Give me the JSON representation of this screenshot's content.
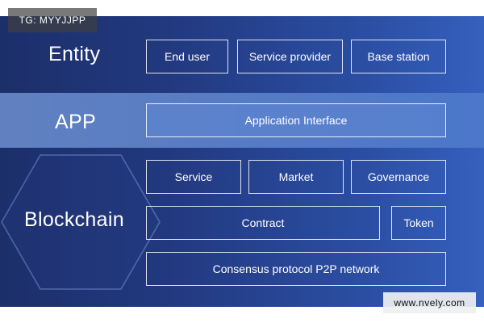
{
  "watermark_top": "TG: MYYJJPP",
  "watermark_bottom": "www.nvely.com",
  "layers": {
    "entity": {
      "label": "Entity",
      "boxes": [
        "End user",
        "Service provider",
        "Base station"
      ]
    },
    "app": {
      "label": "APP",
      "boxes": [
        "Application Interface"
      ]
    },
    "blockchain": {
      "label": "Blockchain",
      "row1": [
        "Service",
        "Market",
        "Governance"
      ],
      "row2": [
        "Contract",
        "Token"
      ],
      "row3": [
        "Consensus protocol P2P network"
      ]
    }
  },
  "colors": {
    "panel_left": "#1c2f6a",
    "panel_right": "#3560bd",
    "app_band": "#5f86cf",
    "box_border": "#ffffff"
  }
}
